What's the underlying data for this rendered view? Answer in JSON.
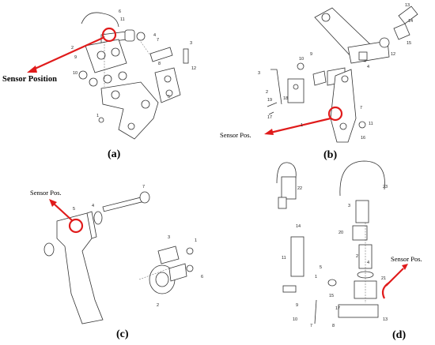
{
  "panels": {
    "a": {
      "caption": "(a)",
      "sensor_label": "Sensor Position",
      "part_numbers": [
        "6",
        "11",
        "4",
        "2",
        "3",
        "12",
        "9",
        "8",
        "7",
        "10",
        "1",
        "5"
      ]
    },
    "b": {
      "caption": "(b)",
      "sensor_label": "Sensor Pos.",
      "part_numbers": [
        "13",
        "14",
        "15",
        "12",
        "4",
        "10",
        "9",
        "3",
        "2",
        "19",
        "17",
        "18",
        "1",
        "7",
        "11",
        "16"
      ]
    },
    "c": {
      "caption": "(c)",
      "sensor_label": "Sensor Pos.",
      "part_numbers": [
        "7",
        "4",
        "5",
        "3",
        "1",
        "6",
        "2"
      ]
    },
    "d": {
      "caption": "(d)",
      "sensor_label": "Sensor Pos.",
      "part_numbers": [
        "22",
        "23",
        "3",
        "20",
        "14",
        "11",
        "2",
        "4",
        "5",
        "1",
        "21",
        "15",
        "9",
        "17",
        "10",
        "13",
        "7",
        "8"
      ]
    }
  },
  "colors": {
    "highlight": "#e01b1b",
    "line": "#333333"
  }
}
